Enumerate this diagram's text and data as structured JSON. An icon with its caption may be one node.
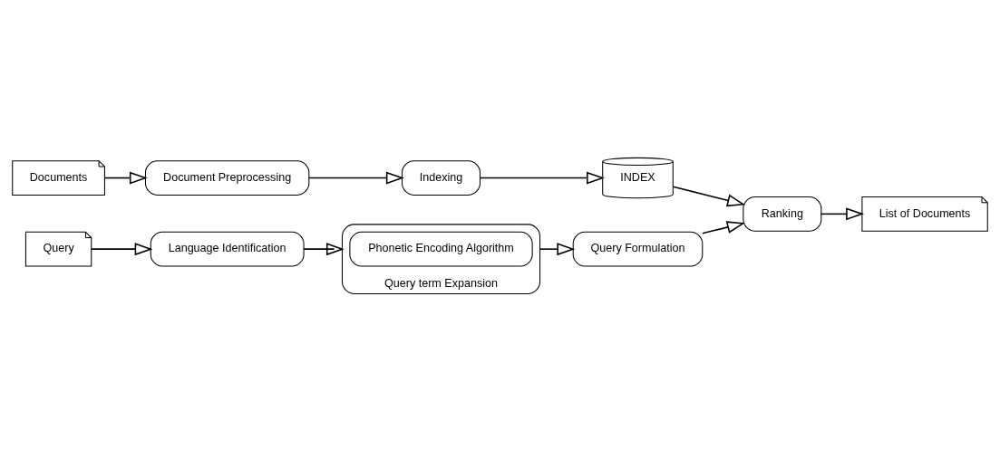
{
  "diagram": {
    "nodes": [
      {
        "text": [
          "Documents"
        ]
      },
      {
        "text": [
          "Document Preprocessing"
        ]
      },
      {
        "text": [
          "Indexing"
        ]
      },
      {
        "text": [
          "INDEX"
        ]
      },
      {
        "text": [
          "Query term Expansion"
        ]
      },
      {
        "text": [
          "Phonetic Encoding Algorithm"
        ],
        "in": 4
      },
      {
        "text": [
          "Ranking"
        ]
      },
      {
        "text": [
          "List of Documents"
        ]
      },
      {
        "text": [
          "Query"
        ]
      },
      {
        "text": [
          "Language Identification"
        ]
      },
      {
        "text": [
          "Query Formulation"
        ]
      }
    ],
    "edges": [
      {
        "from": 0,
        "to": 1,
        "arrow": "to"
      },
      {
        "from": 1,
        "to": 2,
        "arrow": "to"
      },
      {
        "from": 2,
        "to": 3,
        "arrow": "to"
      },
      {
        "from": 3,
        "to": 6,
        "arrow": "to"
      },
      {
        "from": 6,
        "to": 7,
        "arrow": "to"
      },
      {
        "from": 8,
        "to": 9,
        "arrow": "to"
      },
      {
        "from": 9,
        "to": 4,
        "arrow": "to"
      },
      {
        "from": 4,
        "to": 10,
        "arrow": "to"
      },
      {
        "from": 10,
        "to": 6,
        "arrow": "to"
      }
    ]
  }
}
